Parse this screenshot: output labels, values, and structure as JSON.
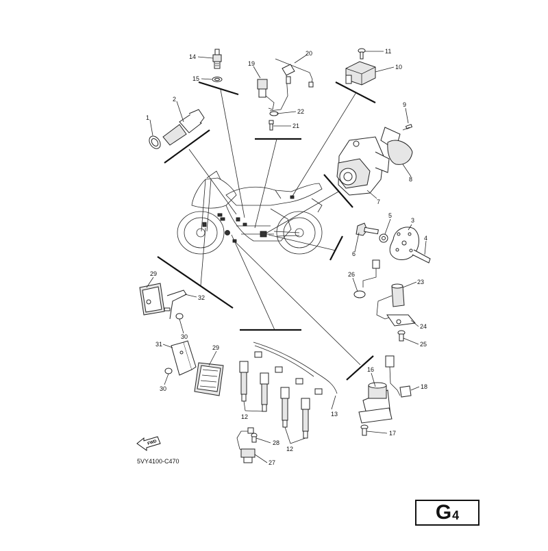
{
  "diagram": {
    "code": "5VY4100-C470",
    "fwd_label": "FWD",
    "page_badge": {
      "letter": "G",
      "number": "4"
    },
    "callouts": {
      "p1": "1",
      "p2": "2",
      "p3": "3",
      "p4": "4",
      "p5": "5",
      "p6": "6",
      "p7": "7",
      "p8": "8",
      "p9": "9",
      "p10": "10",
      "p11": "11",
      "p12a": "12",
      "p12b": "12",
      "p13": "13",
      "p14": "14",
      "p15": "15",
      "p16": "16",
      "p17": "17",
      "p18": "18",
      "p19": "19",
      "p20": "20",
      "p21": "21",
      "p22": "22",
      "p23": "23",
      "p24": "24",
      "p25": "25",
      "p26": "26",
      "p27": "27",
      "p28": "28",
      "p29a": "29",
      "p29b": "29",
      "p30a": "30",
      "p30b": "30",
      "p31": "31",
      "p32": "32"
    }
  }
}
